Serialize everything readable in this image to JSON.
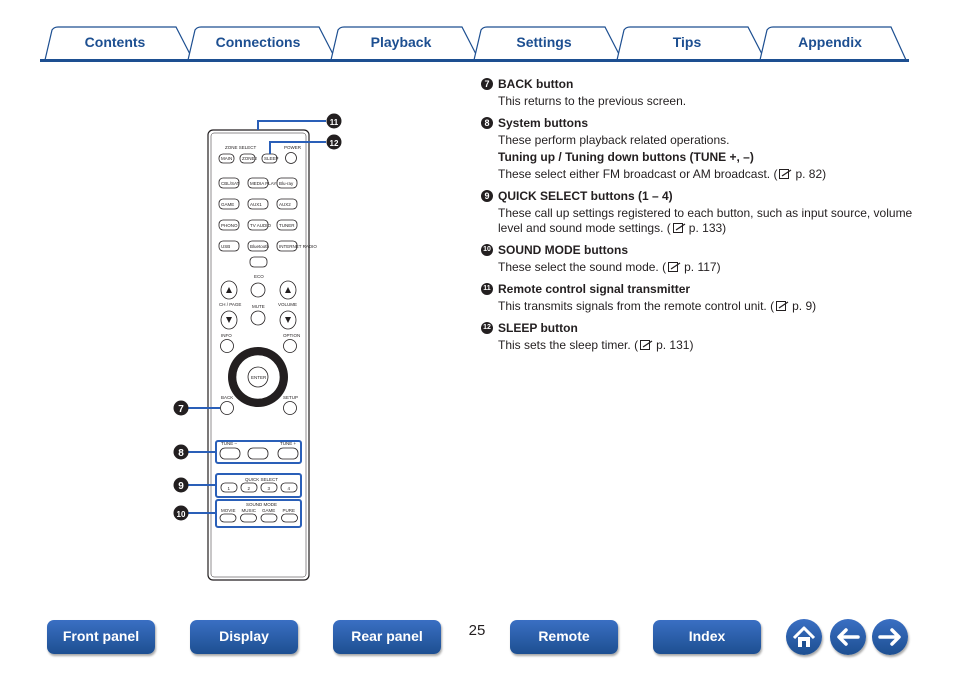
{
  "tabs": [
    "Contents",
    "Connections",
    "Playback",
    "Settings",
    "Tips",
    "Appendix"
  ],
  "items": [
    {
      "num": "7",
      "title": "BACK button",
      "desc": "This returns to the previous screen."
    },
    {
      "num": "8",
      "title": "System buttons",
      "desc": "These perform playback related operations.",
      "subtitle": "Tuning up / Tuning down buttons (TUNE +, –)",
      "subdesc": "These select either FM broadcast or AM broadcast.",
      "subref": "p. 82"
    },
    {
      "num": "9",
      "title": "QUICK SELECT buttons (1 – 4)",
      "desc": "These call up settings registered to each button, such as input source, volume level and sound mode settings.",
      "ref": "p. 133"
    },
    {
      "num": "10",
      "title": "SOUND MODE buttons",
      "desc": "These select the sound mode.",
      "ref": "p. 117"
    },
    {
      "num": "11",
      "title": "Remote control signal transmitter",
      "desc": "This transmits signals from the remote control unit.",
      "ref": "p. 9"
    },
    {
      "num": "12",
      "title": "SLEEP button",
      "desc": "This sets the sleep timer.",
      "ref": "p. 131"
    }
  ],
  "remote": {
    "labels": {
      "zone_select": "ZONE SELECT",
      "power": "POWER",
      "main": "MAIN",
      "zone2": "ZONE2",
      "sleep": "SLEEP",
      "row1": [
        "CBL/SAT",
        "MEDIA PLAYER",
        "Blu-ray"
      ],
      "row2": [
        "GAME",
        "AUX1",
        "AUX2"
      ],
      "row3": [
        "PHONO",
        "TV AUDIO",
        "TUNER"
      ],
      "row4": [
        "USB",
        "Bluetooth",
        "INTERNET RADIO"
      ],
      "eco": "ECO",
      "ch_page": "CH / PAGE",
      "mute": "MUTE",
      "volume": "VOLUME",
      "info": "INFO",
      "option": "OPTION",
      "enter": "ENTER",
      "back": "BACK",
      "setup": "SETUP",
      "tune_minus": "TUNE –",
      "tune_plus": "TUNE +",
      "quick_select": "QUICK SELECT",
      "quick": [
        "1",
        "2",
        "3",
        "4"
      ],
      "sound_mode": "SOUND MODE",
      "modes": [
        "MOVIE",
        "MUSIC",
        "GAME",
        "PURE"
      ]
    },
    "callouts": [
      "7",
      "8",
      "9",
      "10",
      "11",
      "12"
    ]
  },
  "bottom_nav": [
    "Front panel",
    "Display",
    "Rear panel",
    "Remote",
    "Index"
  ],
  "page_number": "25",
  "colors": {
    "accent": "#1d4f91",
    "callout": "#2a5fb8"
  }
}
